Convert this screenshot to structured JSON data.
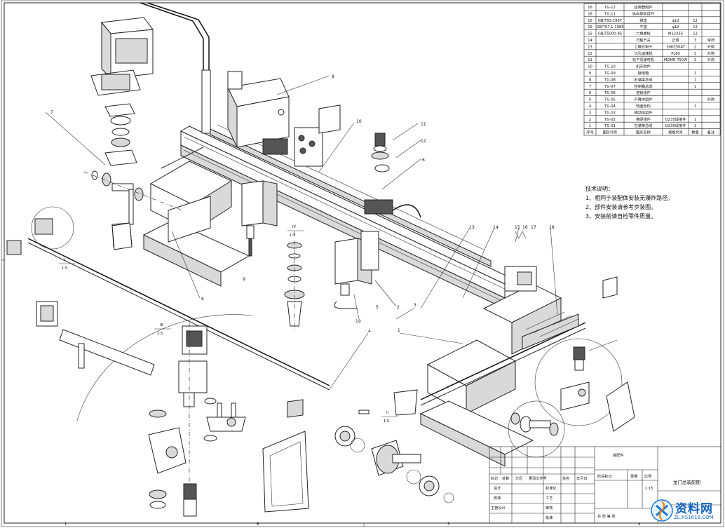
{
  "parts_table": {
    "rows": [
      {
        "no": "16",
        "code": "TG-12",
        "name": "齿排器组件",
        "spec": "",
        "qty": "",
        "note": ""
      },
      {
        "no": "16",
        "code": "TG-11",
        "name": "纵向导轨组件",
        "spec": "",
        "qty": "",
        "note": ""
      },
      {
        "no": "15",
        "code": "GB/T93-1987",
        "name": "弹垫",
        "spec": "φ12",
        "qty": "12",
        "note": ""
      },
      {
        "no": "15",
        "code": "GB/T97.1-1985",
        "name": "平垫",
        "spec": "φ12",
        "qty": "12",
        "note": ""
      },
      {
        "no": "15",
        "code": "GB/T5000-85",
        "name": "六角螺栓",
        "spec": "M12X55",
        "qty": "12",
        "note": ""
      },
      {
        "no": "14",
        "code": "",
        "name": "行程开关",
        "spec": "正泰",
        "qty": "3",
        "note": "常闭"
      },
      {
        "no": "13",
        "code": "",
        "name": "上模式电子",
        "spec": "S06Z50AT",
        "qty": "2",
        "note": "外购"
      },
      {
        "no": "12",
        "code": "",
        "name": "沉孔减速机",
        "spec": "PL60",
        "qty": "3",
        "note": "外购"
      },
      {
        "no": "11",
        "code": "",
        "name": "松下伺服电机",
        "spec": "MDMR 750W",
        "qty": "3",
        "note": "外购"
      },
      {
        "no": "10",
        "code": "TG-10",
        "name": "机床附件",
        "spec": "",
        "qty": "",
        "note": ""
      },
      {
        "no": "9",
        "code": "TG-09",
        "name": "接电箱",
        "spec": "",
        "qty": "1",
        "note": ""
      },
      {
        "no": "8",
        "code": "TG-08",
        "name": "右端架总成",
        "spec": "",
        "qty": "1",
        "note": ""
      },
      {
        "no": "7",
        "code": "TG-07",
        "name": "控制箱总成",
        "spec": "",
        "qty": "1",
        "note": ""
      },
      {
        "no": "6",
        "code": "TG-06",
        "name": "拖链组件",
        "spec": "",
        "qty": "",
        "note": ""
      },
      {
        "no": "5",
        "code": "TG-05",
        "name": "升降体组件",
        "spec": "",
        "qty": "",
        "note": "外购"
      },
      {
        "no": "4",
        "code": "TG-04",
        "name": "侧面板构",
        "spec": "",
        "qty": "1",
        "note": ""
      },
      {
        "no": "3",
        "code": "TG-03",
        "name": "横动体组件",
        "spec": "",
        "qty": "",
        "note": ""
      },
      {
        "no": "2",
        "code": "TG-02",
        "name": "横梁组件",
        "spec": "Q235焊接件",
        "qty": "1",
        "note": ""
      },
      {
        "no": "1",
        "code": "TG-01",
        "name": "左端架总成",
        "spec": "Q235焊接件",
        "qty": "1",
        "note": ""
      }
    ],
    "header": {
      "no": "序号",
      "code": "图形代号",
      "name": "图形名称",
      "spec": "规格代号",
      "qty": "数量",
      "note": "备注"
    }
  },
  "tech_notes": {
    "title": "技术说明：",
    "lines": [
      "1、相同于装配体安装无爆炸路径。",
      "2、部件安装请参考步装图。",
      "3、安装前请自检零件质量。"
    ]
  },
  "title_block": {
    "assembly_label": "装配件",
    "stage_mark": "阶段标记",
    "weight": "重量",
    "ratio_label": "比例",
    "ratio": "1:15",
    "drawing_name": "龙门总装配图",
    "sheets": "共  张  第  张",
    "rev_headers": [
      "标记",
      "处数",
      "分区",
      "更改文件号",
      "签名",
      "年月日"
    ],
    "roles": [
      "设计",
      "校核",
      "主管设计"
    ],
    "roles2": [
      "标准化",
      "工艺",
      "审核",
      "批准"
    ]
  },
  "detail_views": [
    {
      "id": "I",
      "scale": "1:5"
    },
    {
      "id": "III",
      "scale": "1:5"
    },
    {
      "id": "IV",
      "scale": "1:5"
    },
    {
      "id": "II",
      "scale": "1:5"
    }
  ],
  "balloons": [
    "7",
    "8",
    "6",
    "9",
    "10",
    "11",
    "12",
    "13",
    "14",
    "15",
    "16",
    "17",
    "18",
    "19",
    "1",
    "2",
    "3",
    "4",
    "5",
    "6"
  ],
  "zones_bottom": [
    "1",
    "B",
    "3",
    "4"
  ],
  "watermark": {
    "text": "资料网",
    "url": "ZL.XS1616.COM"
  }
}
